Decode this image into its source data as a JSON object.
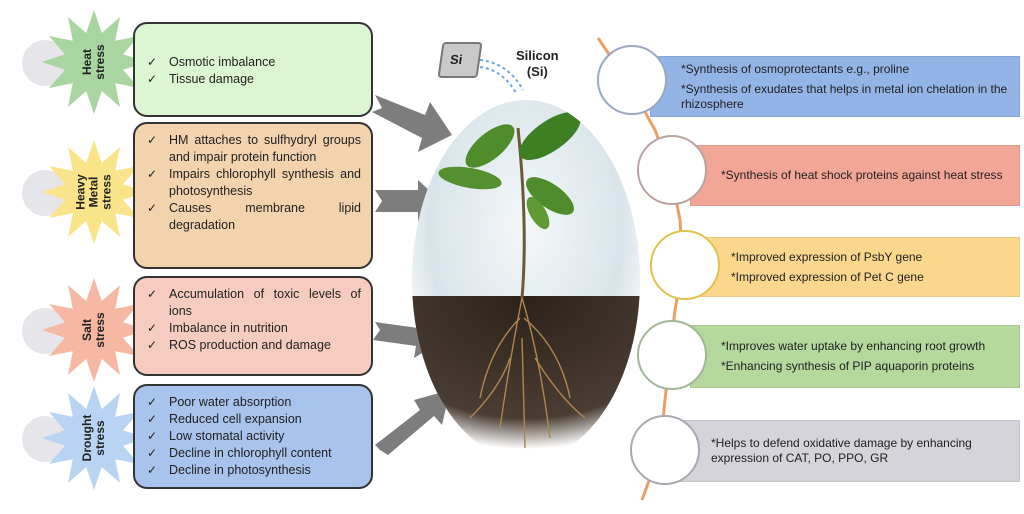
{
  "stresses": [
    {
      "label": "Heat stress",
      "effects": [
        "Osmotic imbalance",
        "Tissue damage"
      ],
      "star_color": "#a8d5a0",
      "box_color": "#dcf5d2",
      "icon": "thermometer-icon"
    },
    {
      "label": "Heavy Metal stress",
      "effects": [
        "HM attaches to sulfhydryl groups  and impair protein function",
        "Impairs chlorophyll synthesis and photosynthesis",
        "Causes membrane lipid degradation"
      ],
      "star_color": "#f9e48a",
      "box_color": "#f3d2ae",
      "icon": "rock-icon"
    },
    {
      "label": "Salt stress",
      "effects": [
        "Accumulation of toxic levels of ions",
        "Imbalance in nutrition",
        "ROS production and damage"
      ],
      "star_color": "#f6b8a2",
      "box_color": "#f6cbc0",
      "icon": "salt-water-icon"
    },
    {
      "label": "Drought stress",
      "effects": [
        "Poor water absorption",
        "Reduced cell expansion",
        "Low stomatal activity",
        "Decline in chlorophyll content",
        "Decline in photosynthesis"
      ],
      "star_color": "#b9d3f2",
      "box_color": "#a8c3ec",
      "icon": "water-splash-icon"
    }
  ],
  "silicon": {
    "symbol": "Si",
    "label": "Silicon",
    "abbr": "(Si)"
  },
  "benefits": [
    {
      "items": [
        "*Synthesis of osmoprotectants e.g., proline",
        "*Synthesis of exudates that helps in metal ion chelation in the rhizosphere"
      ],
      "color": "#93b4e6",
      "ring": "#9aa7c0"
    },
    {
      "items": [
        "*Synthesis of heat shock proteins against heat stress"
      ],
      "color": "#f2a695",
      "ring": "#b9a3a0"
    },
    {
      "items": [
        "*Improved expression of PsbY gene",
        "*Improved expression of Pet C gene"
      ],
      "color": "#fbd78e",
      "ring": "#e0c24a"
    },
    {
      "items": [
        "*Improves water uptake by enhancing root growth",
        "*Enhancing synthesis of PIP aquaporin proteins"
      ],
      "color": "#b5d89d",
      "ring": "#a3b598"
    },
    {
      "items": [
        "*Helps to defend oxidative damage by enhancing expression of CAT, PO, PPO, GR"
      ],
      "color": "#d4d4da",
      "ring": "#a8a8b0"
    }
  ]
}
